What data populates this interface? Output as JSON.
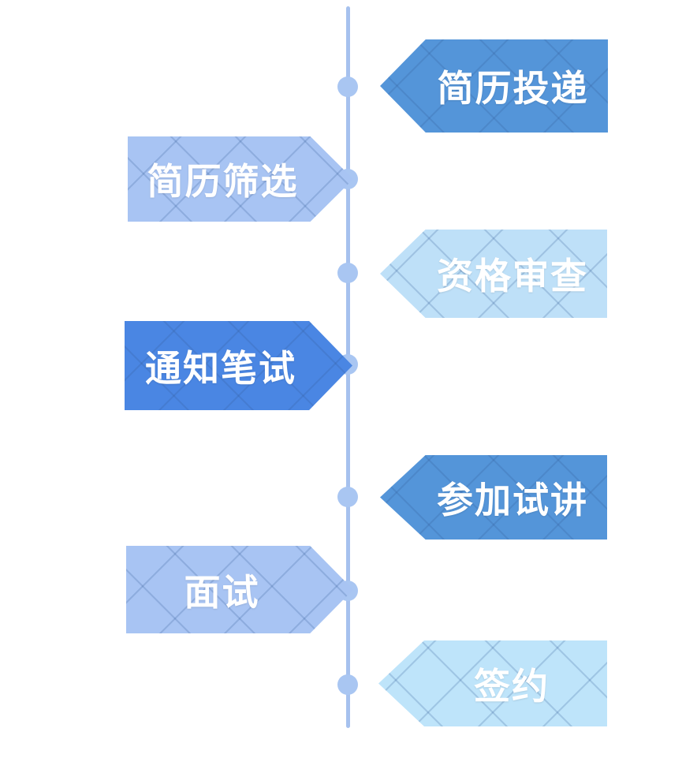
{
  "page": {
    "background_color": "#ffffff",
    "description": "recruitment-process-vertical-timeline"
  },
  "timeline": {
    "line_color": "#a6c1ee",
    "node_color": "#a9c6f2",
    "node_count": 7,
    "steps": [
      {
        "label": "简历投递",
        "side": "right",
        "color": "#5495d9",
        "text_color": "#ffffff"
      },
      {
        "label": "简历筛选",
        "side": "left",
        "color": "#a8c4f3",
        "text_color": "#ffffff"
      },
      {
        "label": "资格审查",
        "side": "right",
        "color": "#bee0f8",
        "text_color": "#ffffff"
      },
      {
        "label": "通知笔试",
        "side": "left",
        "color": "#4a86e3",
        "text_color": "#ffffff"
      },
      {
        "label": "参加试讲",
        "side": "right",
        "color": "#5495d9",
        "text_color": "#ffffff"
      },
      {
        "label": "面试",
        "side": "left",
        "color": "#a8c4f3",
        "text_color": "#ffffff"
      },
      {
        "label": "签约",
        "side": "right",
        "color": "#bee4fa",
        "text_color": "#ffffff"
      }
    ]
  }
}
